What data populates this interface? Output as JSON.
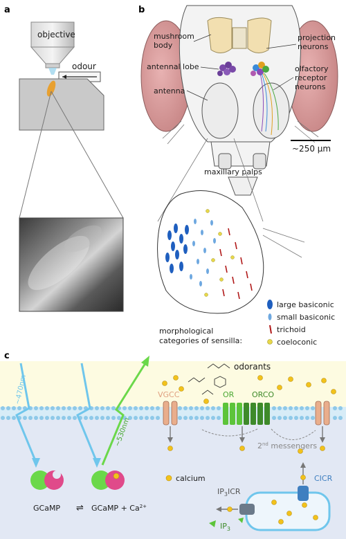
{
  "panel_a": {
    "letter": "a",
    "objective": "objective",
    "odour": "odour"
  },
  "panel_b": {
    "letter": "b",
    "mushroom_body": [
      "mushroom",
      "body"
    ],
    "antennal_lobe": "antennal lobe",
    "antenna": "antenna",
    "projection_neurons": [
      "projection",
      "neurons"
    ],
    "olfactory_receptor_neurons": [
      "olfactory",
      "receptor",
      "neurons"
    ],
    "scale_bar": "~250 μm",
    "maxillary_palps": "maxillary palps",
    "categories_label": [
      "morphological",
      "categories of sensilla:"
    ],
    "legend": [
      {
        "label": "large basiconic",
        "color": "#1f5fbf"
      },
      {
        "label": "small basiconic",
        "color": "#6ea8e0"
      },
      {
        "label": "trichoid",
        "color": "#b01818"
      },
      {
        "label": "coeloconic",
        "color": "#e8d84a"
      }
    ]
  },
  "panel_c": {
    "letter": "c",
    "wave_470": "~470nm",
    "wave_530": "~530nm",
    "odorants": "odorants",
    "vgcc": "VGCC",
    "or": "OR",
    "orco": "ORCO",
    "second_messengers_sup": "2",
    "second_messengers_nd": "nd",
    "second_messengers": " messengers",
    "calcium": "calcium",
    "cicr": "CICR",
    "ip3icr_a": "IP",
    "ip3icr_sub": "3",
    "ip3icr_b": "ICR",
    "ip3_a": "IP",
    "ip3_sub": "3",
    "gcamp": "GCaMP",
    "equilibrium": "⇌",
    "gcamp_ca": "GCaMP + Ca",
    "gcamp_ca_sup": "2+",
    "colors": {
      "extracellular": "#fdfbe1",
      "intracellular": "#e2e8f4",
      "membrane": "#8ec9e8",
      "blue_light": "#6fc6ec",
      "green_light": "#6bd84a",
      "vgcc": "#e9ae8c",
      "or": "#5cc43a",
      "orco": "#3e8a2a",
      "cicr": "#3f7fc0",
      "calcium": "#f2c21b"
    }
  }
}
